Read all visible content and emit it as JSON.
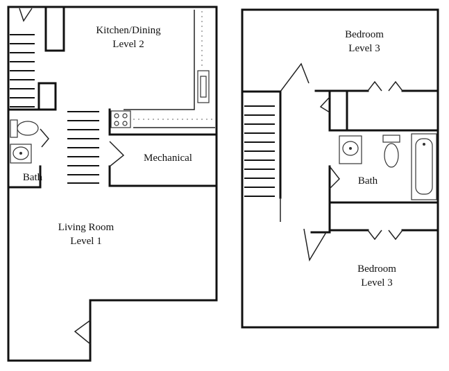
{
  "left_plan": {
    "kitchen": {
      "line1": "Kitchen/Dining",
      "line2": "Level 2"
    },
    "mechanical": "Mechanical",
    "bath": "Bath",
    "living": {
      "line1": "Living Room",
      "line2": "Level 1"
    }
  },
  "right_plan": {
    "bedroom_top": {
      "line1": "Bedroom",
      "line2": "Level 3"
    },
    "bath": "Bath",
    "bedroom_bottom": {
      "line1": "Bedroom",
      "line2": "Level 3"
    }
  }
}
